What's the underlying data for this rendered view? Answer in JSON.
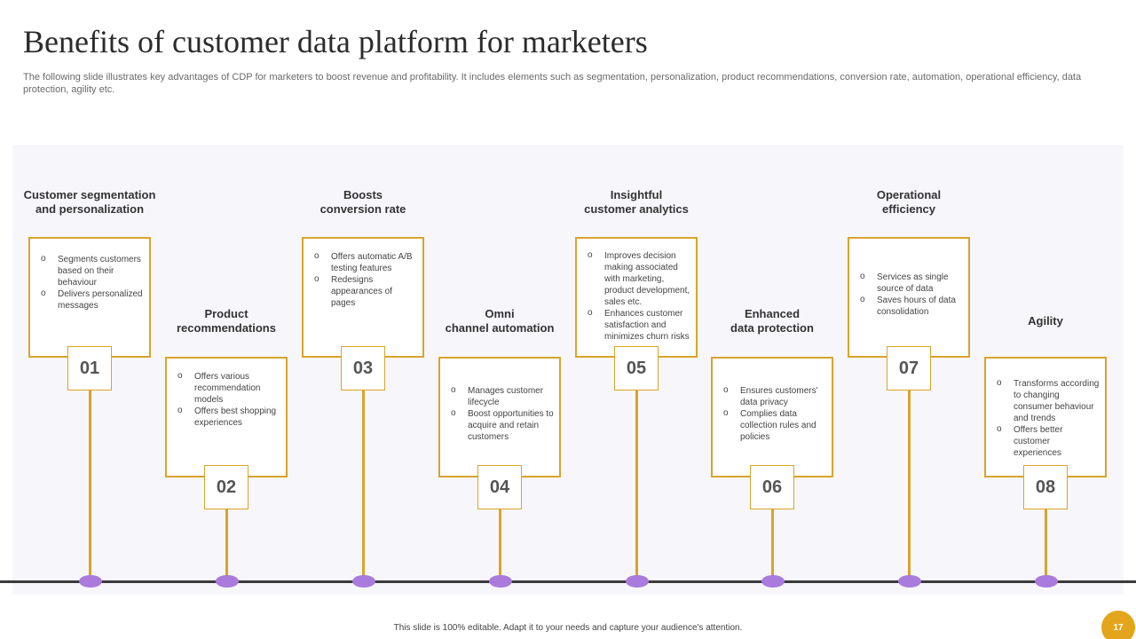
{
  "title": "Benefits of  customer data platform for marketers",
  "subtitle": "The following slide illustrates key advantages of CDP for marketers to boost revenue and profitability. It includes elements such as segmentation, personalization, product recommendations, conversion rate, automation, operational efficiency, data protection, agility etc.",
  "items": [
    {
      "number": "01",
      "label": "Customer segmentation\nand personalization",
      "points": [
        "Segments customers based on their behaviour",
        "Delivers personalized messages"
      ]
    },
    {
      "number": "02",
      "label": "Product\nrecommendations",
      "points": [
        "Offers various recommendation models",
        "Offers best shopping experiences"
      ]
    },
    {
      "number": "03",
      "label": "Boosts\nconversion rate",
      "points": [
        "Offers automatic A/B testing features",
        "Redesigns appearances of pages"
      ]
    },
    {
      "number": "04",
      "label": "Omni\nchannel automation",
      "points": [
        "Manages customer lifecycle",
        "Boost opportunities to acquire and retain customers"
      ]
    },
    {
      "number": "05",
      "label": "Insightful\ncustomer analytics",
      "points": [
        "Improves decision making associated with marketing, product development, sales etc.",
        "Enhances customer satisfaction and minimizes churn risks"
      ]
    },
    {
      "number": "06",
      "label": "Enhanced\ndata protection",
      "points": [
        "Ensures customers' data privacy",
        "Complies data collection rules and policies"
      ]
    },
    {
      "number": "07",
      "label": "Operational\nefficiency",
      "points": [
        "Services as single source of data",
        "Saves hours of data consolidation"
      ]
    },
    {
      "number": "08",
      "label": "Agility",
      "points": [
        "Transforms according to changing consumer behaviour and trends",
        "Offers better customer experiences"
      ]
    }
  ],
  "footer": "This slide is 100% editable. Adapt it to your needs and capture your audience's attention.",
  "page_number": "17",
  "colors": {
    "accent": "#d9a42b",
    "dot": "#a97bdc",
    "timeline": "#3a3a3a",
    "panel": "#f7f6fb"
  }
}
